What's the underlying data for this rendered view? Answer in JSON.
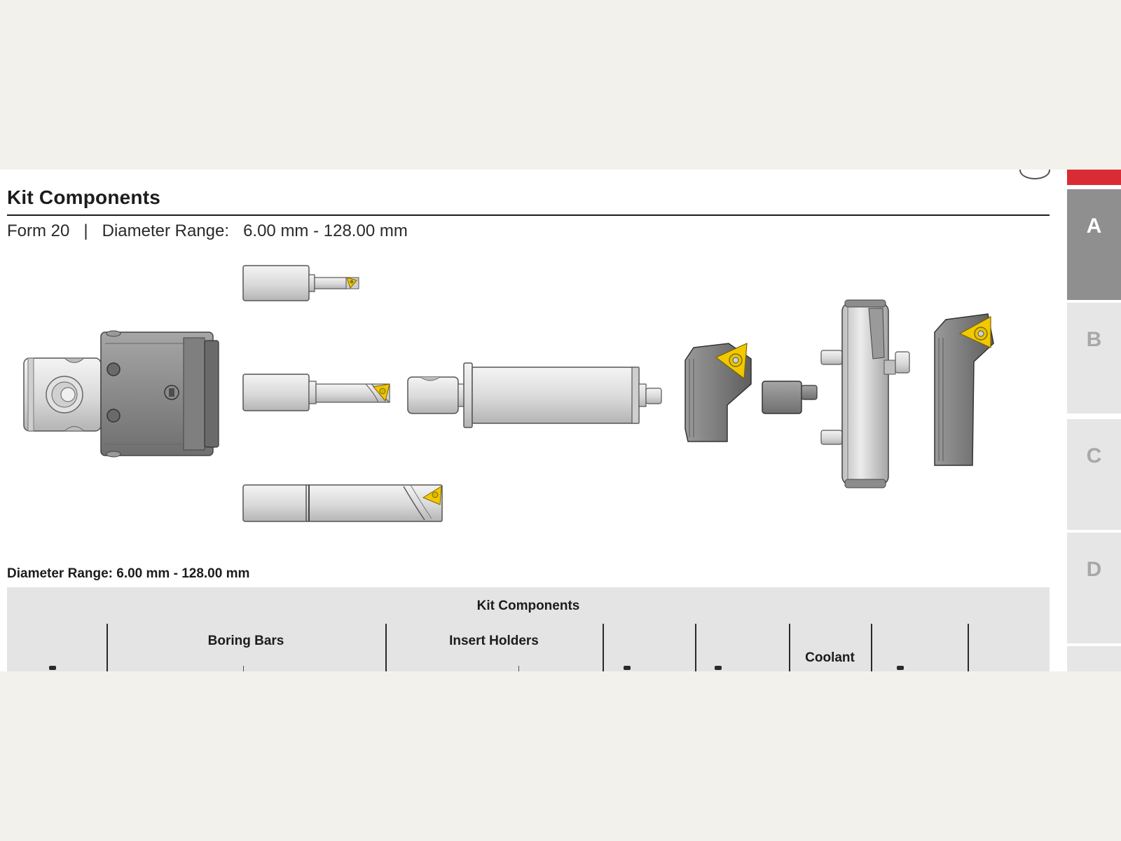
{
  "header": {
    "title": "Kit Components",
    "form_label": "Form 20",
    "separator": "|",
    "range_label": "Diameter Range:",
    "range_value": "6.00 mm - 128.00 mm"
  },
  "table": {
    "caption": "Diameter Range: 6.00 mm - 128.00 mm",
    "title": "Kit Components",
    "columns": [
      "Boring Bars",
      "Insert Holders",
      "Coolant"
    ]
  },
  "side_tabs": [
    {
      "label": "A",
      "active": true
    },
    {
      "label": "B",
      "active": false
    },
    {
      "label": "C",
      "active": false
    },
    {
      "label": "D",
      "active": false
    }
  ],
  "colors": {
    "accent_red": "#d92b33",
    "tab_active": "#8f8f8f",
    "tab_inactive": "#e6e6e6",
    "insert_yellow": "#f2c800",
    "table_header_bg": "#e4e4e4",
    "background": "#f2f1ec"
  },
  "icons": [
    "boring-head",
    "boring-bar-small",
    "boring-bar-medium",
    "boring-bar-large",
    "extension-shank",
    "insert-holder",
    "adapter",
    "facing-head"
  ]
}
